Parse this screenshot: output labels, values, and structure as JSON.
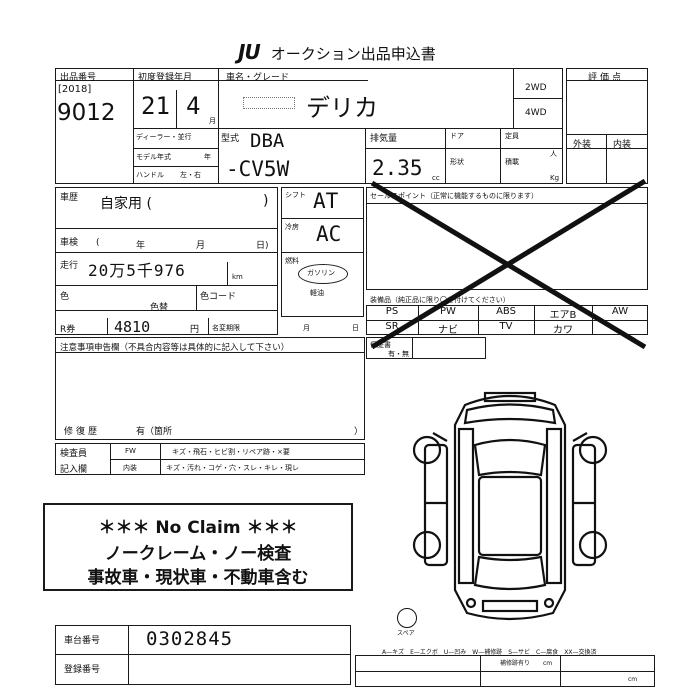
{
  "header": {
    "brand": "JU",
    "title": "オークション出品申込書"
  },
  "lot": {
    "label": "出品番号",
    "year": "[2018]",
    "number": "9012"
  },
  "first_reg": {
    "label": "初度登録年月",
    "year": "21",
    "month": "4",
    "month_unit": "月"
  },
  "car": {
    "name_label": "車名・グレード",
    "name": "デリカ"
  },
  "drive": {
    "opt1": "2WD",
    "opt2": "4WD"
  },
  "rating": {
    "label": "評価点",
    "exterior": "外装",
    "interior": "内装"
  },
  "dealer": {
    "label": "ディーラー・並行",
    "model_year": "モデル年式",
    "model_year_unit": "年",
    "handle": "ハンドル",
    "handle_opts": "左・右"
  },
  "type": {
    "label": "型式",
    "value1": "DBA",
    "value2": "-CV5W"
  },
  "displacement": {
    "label": "排気量",
    "value": "2.35",
    "unit": "cc"
  },
  "doors": {
    "label": "ドア",
    "shape": "形状"
  },
  "capacity": {
    "label": "定員",
    "unit": "人",
    "load": "積載",
    "load_unit": "Kg"
  },
  "history": {
    "label": "車歴",
    "value": "自家用 (",
    "close": ")"
  },
  "inspection": {
    "label": "車検",
    "year": "年",
    "month": "月",
    "day": "日)",
    "open": "("
  },
  "mileage": {
    "label": "走行",
    "value": "20万5千976",
    "unit": "km"
  },
  "color": {
    "label": "色",
    "change": "色替",
    "code": "色コード"
  },
  "r_ticket": {
    "label": "R券",
    "value": "4810",
    "unit": "円"
  },
  "name_change": {
    "label": "名変期限",
    "unit": "月",
    "unit2": "日"
  },
  "shift": {
    "label": "シフト",
    "value": "AT"
  },
  "cooler": {
    "label": "冷房",
    "value": "AC"
  },
  "fuel": {
    "label": "燃料",
    "gasoline": "ガソリン",
    "diesel": "軽油"
  },
  "sales_point": {
    "label": "セールスポイント（正常に機能するものに限ります）"
  },
  "equipment": {
    "label": "装備品（純正品に限り〇を付けてください）",
    "row1": [
      "PS",
      "PW",
      "ABS",
      "エアB",
      "AW"
    ],
    "row2": [
      "SR",
      "ナビ",
      "TV",
      "カワ",
      ""
    ]
  },
  "warranty": {
    "label": "保証書",
    "opts": "有・無"
  },
  "notes": {
    "label": "注意事項申告欄（不具合内容等は具体的に記入して下さい）"
  },
  "repair": {
    "label": "修復歴",
    "value": "有（箇所",
    "close": "）"
  },
  "checker": {
    "label1": "検査員",
    "label2": "記入欄",
    "fw": "FW",
    "fw_desc": "キズ・飛石・ヒビ割・リペア跡・×要",
    "interior": "内装",
    "interior_desc": "キズ・汚れ・コゲ・穴・スレ・キレ・現レ"
  },
  "no_claim": {
    "line1": "＊＊＊ No Claim ＊＊＊",
    "line2": "ノークレーム・ノー検査",
    "line3": "事故車・現状車・不動車含む"
  },
  "chassis": {
    "label": "車台番号",
    "value": "0302845"
  },
  "registration": {
    "label": "登録番号"
  },
  "legend": {
    "line1": "A—キズ　E—エクボ　U—凹み　W—補修跡　S—サビ　C—腐食　XX—交換済",
    "line2": "補修跡有り"
  },
  "diagram": {
    "spare": "スペア",
    "unit1": "cm",
    "unit2": "cm"
  }
}
